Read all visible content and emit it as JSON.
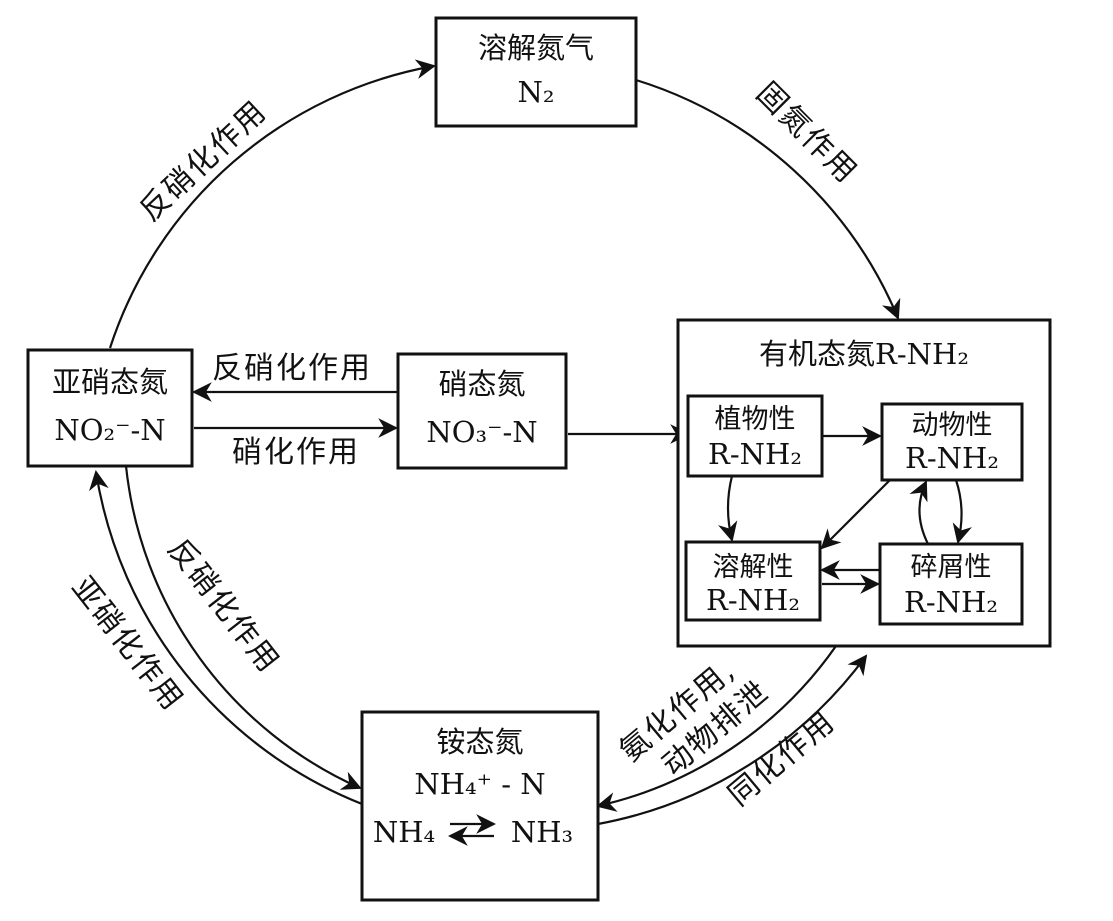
{
  "nodes": {
    "dissolved_n2": {
      "name": "溶解氮气",
      "formula": "N₂"
    },
    "organic_n": {
      "name": "有机态氮R-NH₂"
    },
    "plant_n": {
      "name": "植物性",
      "formula": "R-NH₂"
    },
    "animal_n": {
      "name": "动物性",
      "formula": "R-NH₂"
    },
    "soluble_n": {
      "name": "溶解性",
      "formula": "R-NH₂"
    },
    "detritus_n": {
      "name": "碎屑性",
      "formula": "R-NH₂"
    },
    "nitrite_n": {
      "name": "亚硝态氮",
      "formula": "NO₂⁻-N"
    },
    "nitrate_n": {
      "name": "硝态氮",
      "formula": "NO₃⁻-N"
    },
    "ammonium_n": {
      "name": "铵态氮",
      "formula": "NH₄⁺ - N",
      "equilibrium_left": "NH₄",
      "equilibrium_right": "NH₃"
    }
  },
  "edges": {
    "nitrogen_fixation": "固氮作用",
    "denitrification_top": "反硝化作用",
    "denitrification_middle": "反硝化作用",
    "nitrification": "硝化作用",
    "nitritation": "亚硝化作用",
    "denitrification_lower": "反硝化作用",
    "ammonification_line1": "氨化作用,",
    "ammonification_line2": "动物排泄",
    "assimilation": "同化作用"
  }
}
